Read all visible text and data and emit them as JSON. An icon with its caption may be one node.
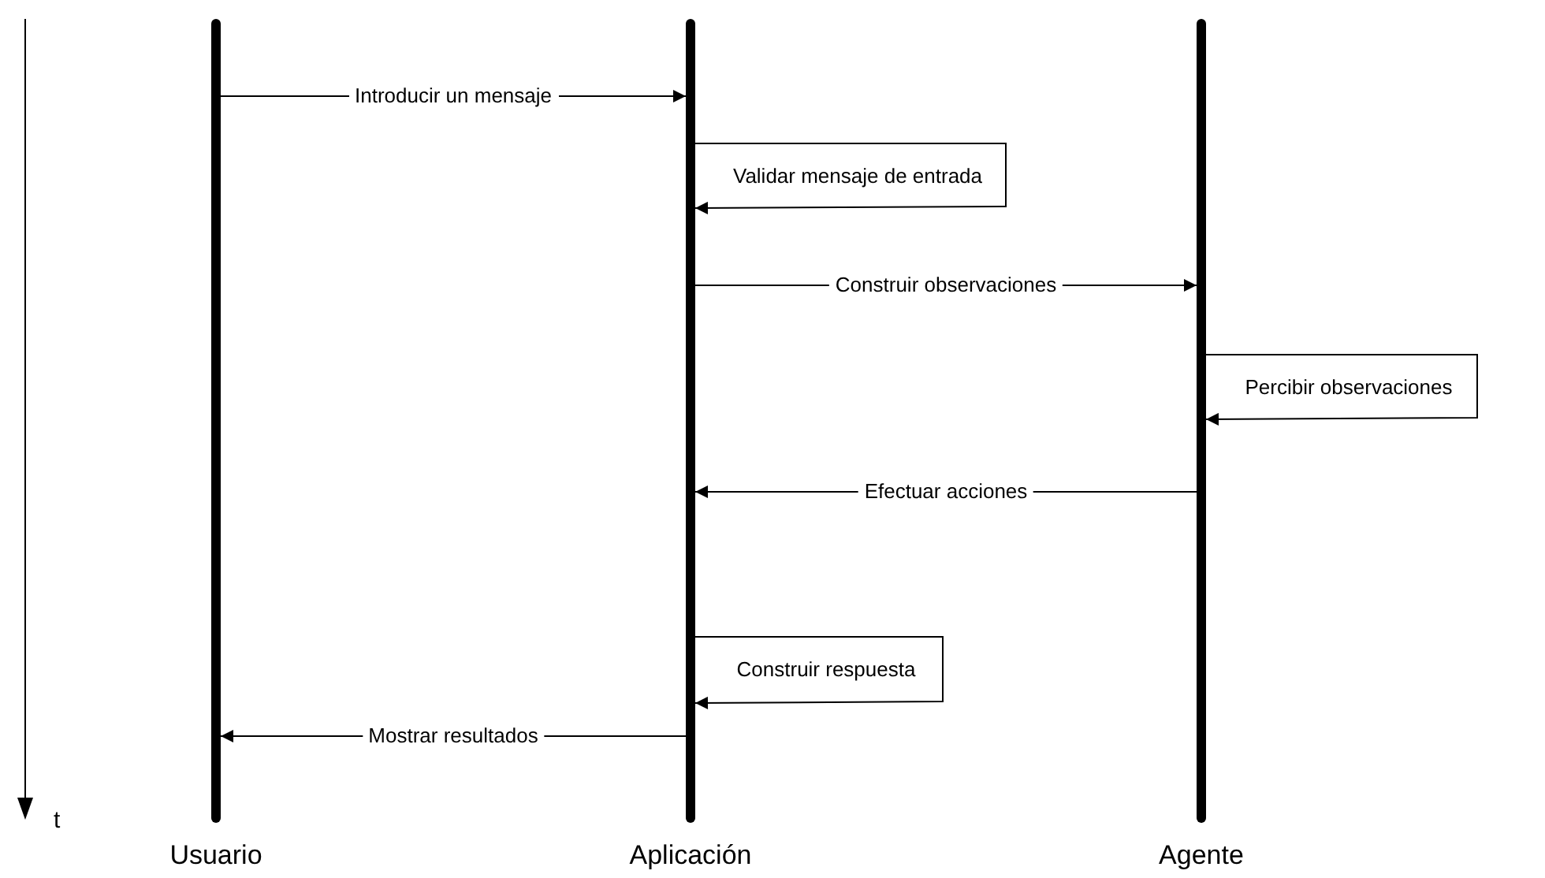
{
  "diagram": {
    "nodes": [
      {
        "text": [
          "Usuario"
        ]
      },
      {
        "text": [
          "Aplicación"
        ]
      },
      {
        "text": [
          "Agente"
        ]
      }
    ],
    "edges": [
      {
        "from": 0,
        "to": 1,
        "arrow": "to",
        "label": "Introducir un mensaje"
      },
      {
        "from": 1,
        "to": 1,
        "arrow": "to",
        "label": "Validar mensaje de entrada"
      },
      {
        "from": 1,
        "to": 2,
        "arrow": "to",
        "label": "Construir observaciones"
      },
      {
        "from": 2,
        "to": 2,
        "arrow": "to",
        "label": "Percibir observaciones"
      },
      {
        "from": 2,
        "to": 1,
        "arrow": "to",
        "label": "Efectuar acciones"
      },
      {
        "from": 1,
        "to": 1,
        "arrow": "to",
        "label": "Construir respuesta"
      },
      {
        "from": 1,
        "to": 0,
        "arrow": "to",
        "label": "Mostrar resultados"
      }
    ],
    "labels": [
      "t"
    ]
  }
}
